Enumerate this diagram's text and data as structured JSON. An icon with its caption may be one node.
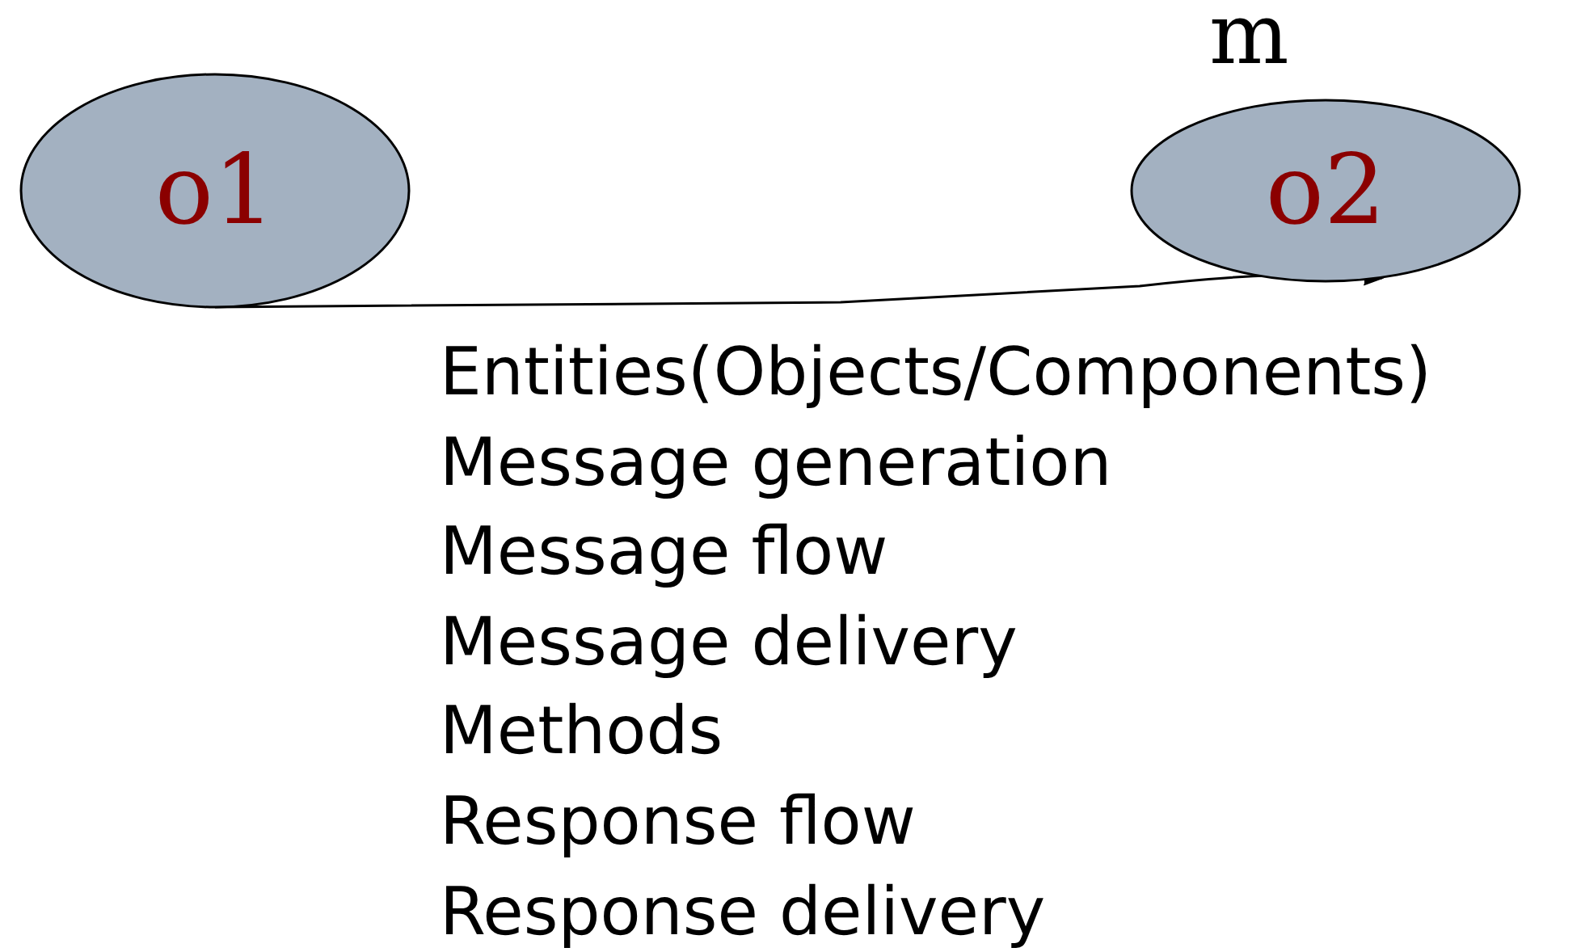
{
  "diagram": {
    "nodes": [
      {
        "text": [
          "o1"
        ]
      },
      {
        "text": [
          "o2"
        ]
      }
    ],
    "edges": [
      {
        "from": 0,
        "to": 1,
        "arrow": "to"
      }
    ],
    "labels": [
      "m",
      "Entities(Objects/Components)",
      "Message generation",
      "Message flow",
      "Message delivery",
      "Methods",
      "Response flow",
      "Response delivery"
    ]
  }
}
